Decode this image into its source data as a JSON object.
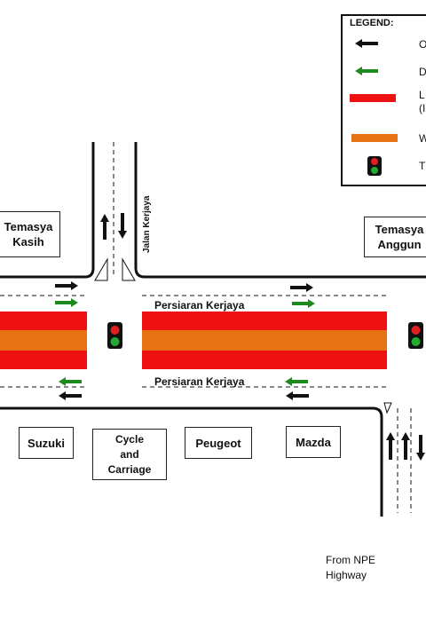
{
  "buildings": [
    {
      "id": "temasya-kasih",
      "label": "Temasya\nKasih"
    },
    {
      "id": "temasya-anggun",
      "label": "Temasya\nAnggun"
    },
    {
      "id": "suzuki",
      "label": "Suzuki"
    },
    {
      "id": "cycle-and-carriage",
      "label": "Cycle\nand\nCarriage"
    },
    {
      "id": "peugeot",
      "label": "Peugeot"
    },
    {
      "id": "mazda",
      "label": "Mazda"
    }
  ],
  "roads": {
    "main_north": "Persiaran Kerjaya",
    "main_south": "Persiaran Kerjaya",
    "side": "Jalan Kerjaya"
  },
  "note": "From NPE\nHighway",
  "legend": {
    "title": "LEGEND:",
    "items": [
      {
        "symbol": "black-arrow",
        "label": "O"
      },
      {
        "symbol": "green-arrow",
        "label": "D"
      },
      {
        "symbol": "red-bar",
        "label": "L\n(I"
      },
      {
        "symbol": "orange-bar",
        "label": "W"
      },
      {
        "symbol": "traffic-light",
        "label": "T"
      }
    ]
  },
  "colors": {
    "lane_red": "#ee1111",
    "median_orange": "#e57314",
    "arrow_black": "#111111",
    "arrow_green": "#1e8a1e",
    "signal_red": "#e02020",
    "signal_green": "#22aa33"
  }
}
